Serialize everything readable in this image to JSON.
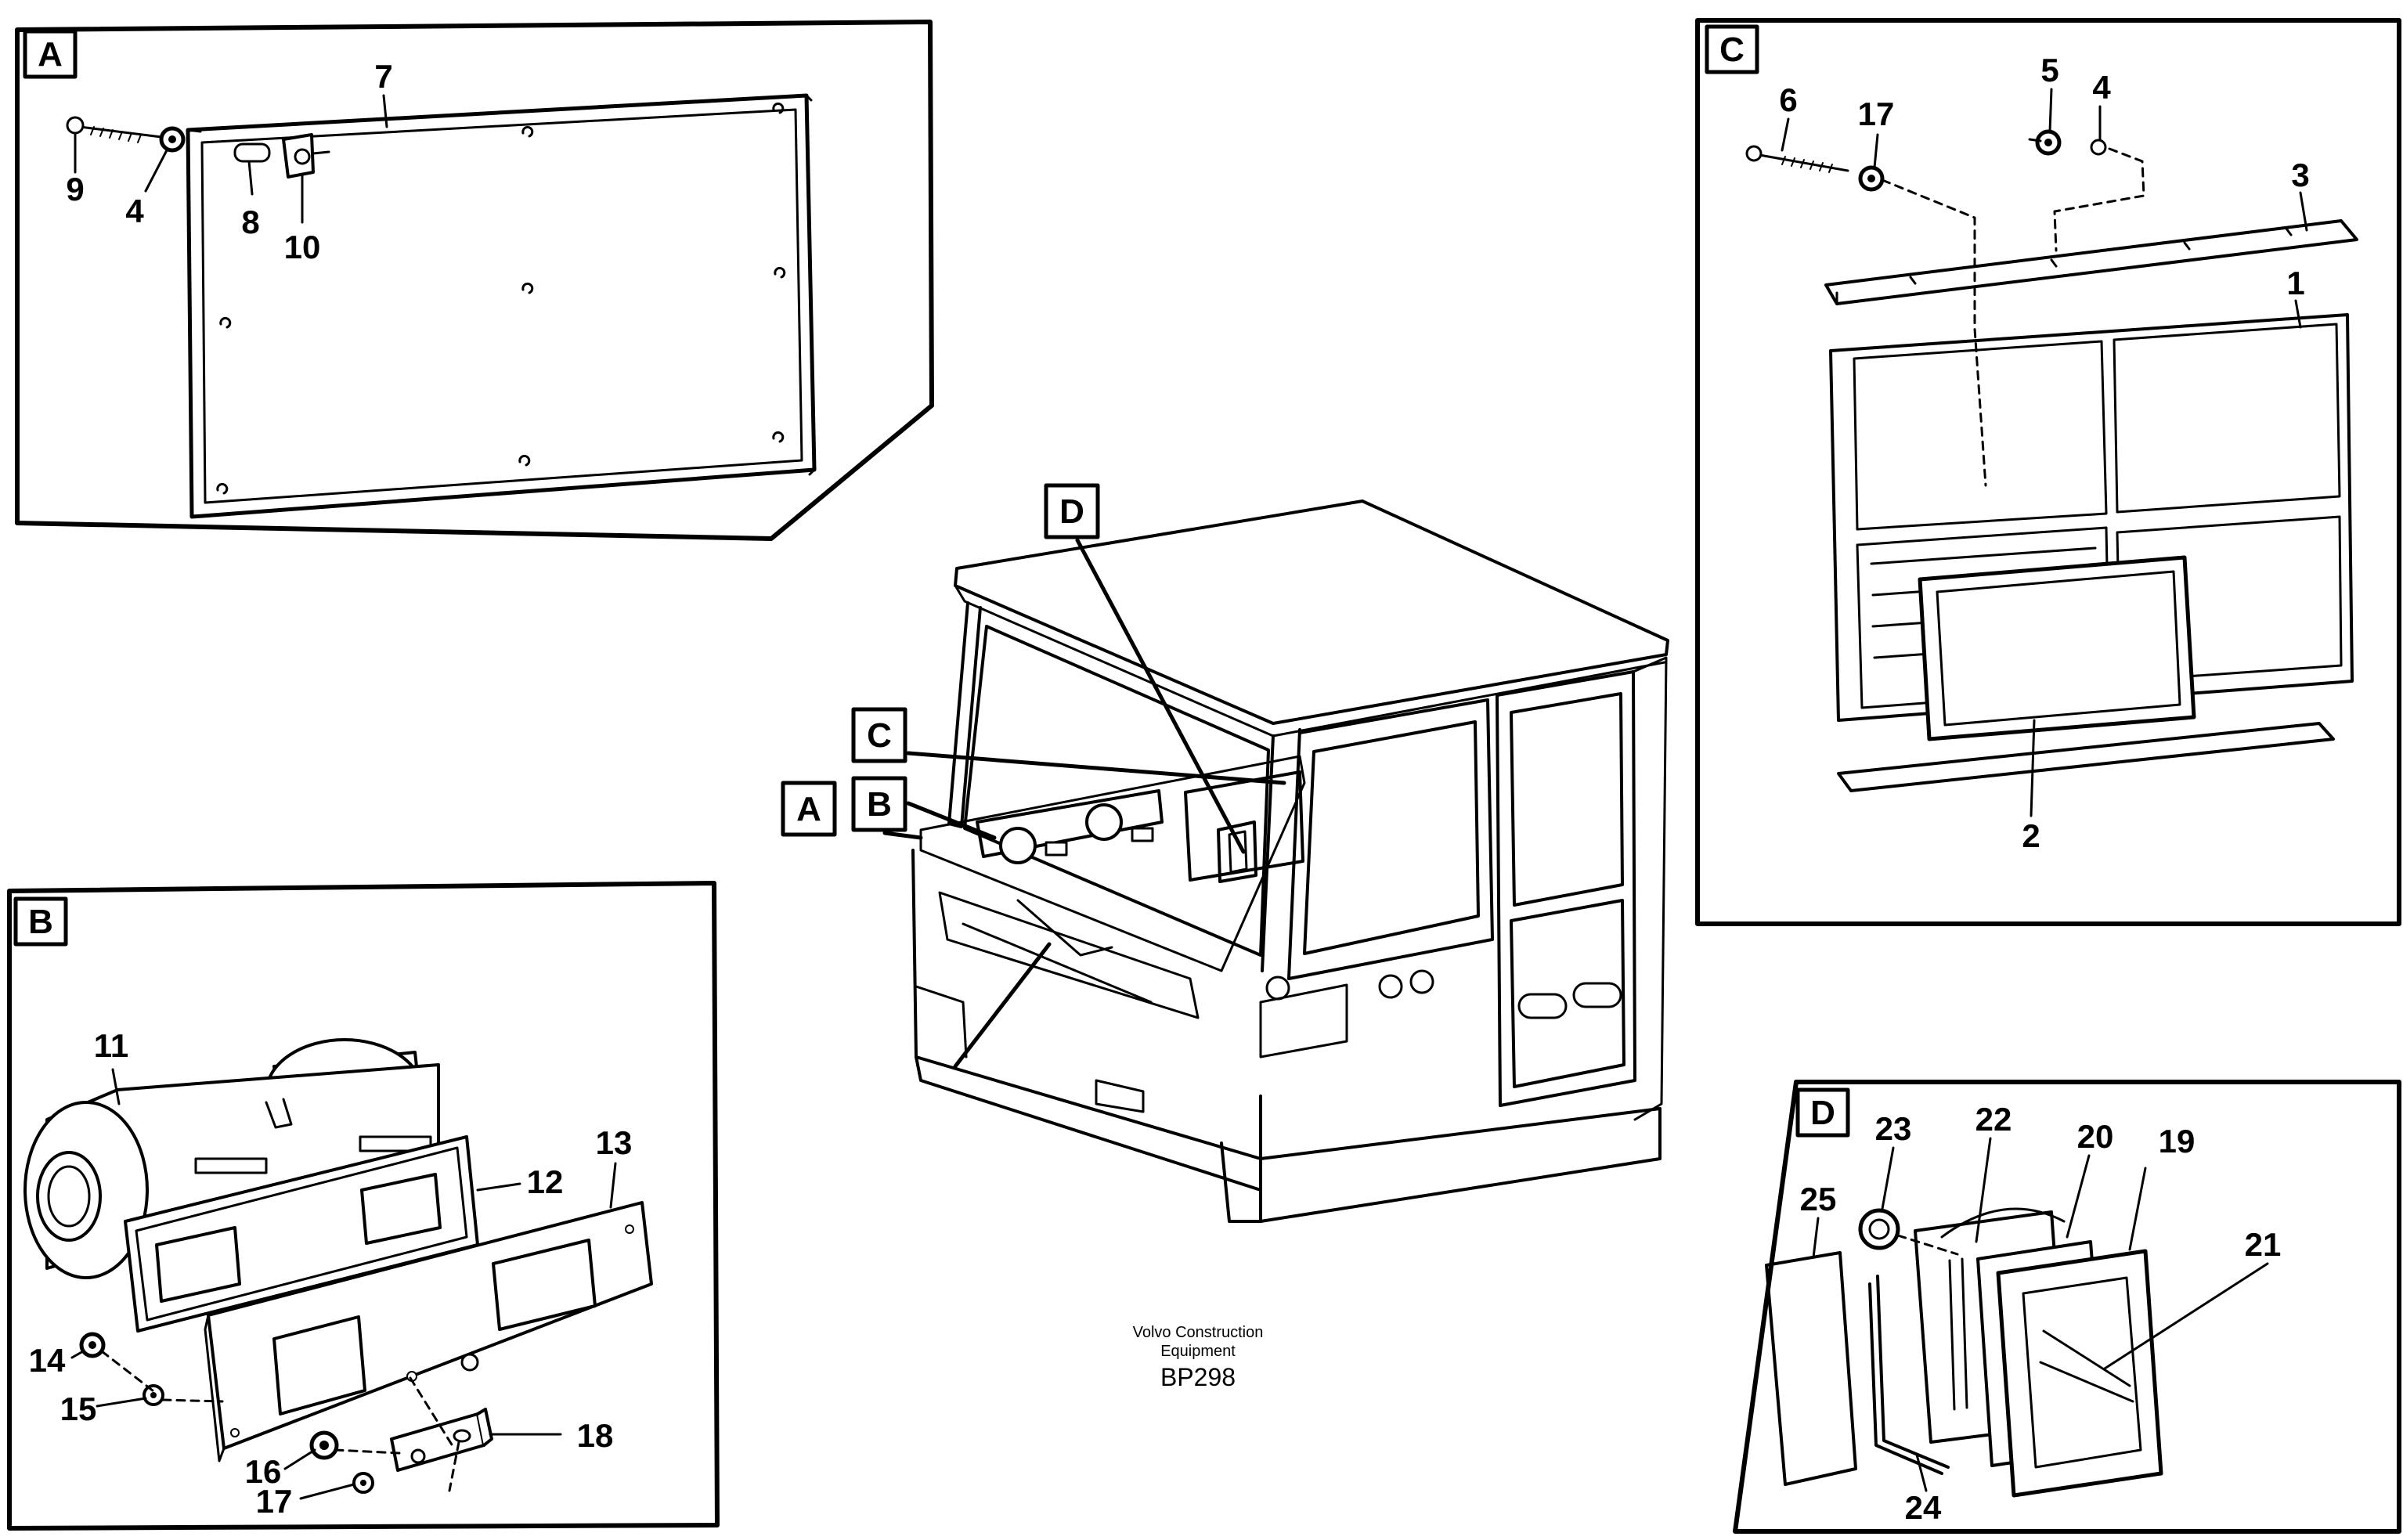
{
  "panels": {
    "A": {
      "tag": "A",
      "labels": {
        "7": "7",
        "9": "9",
        "4": "4",
        "8": "8",
        "10": "10"
      }
    },
    "B": {
      "tag": "B",
      "labels": {
        "11": "11",
        "12": "12",
        "13": "13",
        "14": "14",
        "15": "15",
        "16": "16",
        "17": "17",
        "18": "18"
      }
    },
    "C": {
      "tag": "C",
      "labels": {
        "1": "1",
        "2": "2",
        "3": "3",
        "4": "4",
        "5": "5",
        "6": "6",
        "17": "17"
      }
    },
    "D": {
      "tag": "D",
      "labels": {
        "19": "19",
        "20": "20",
        "21": "21",
        "22": "22",
        "23": "23",
        "24": "24",
        "25": "25"
      }
    }
  },
  "cab_callouts": {
    "A": "A",
    "B": "B",
    "C": "C",
    "D": "D"
  },
  "caption": {
    "line1": "Volvo Construction",
    "line2": "Equipment",
    "code": "BP298"
  }
}
